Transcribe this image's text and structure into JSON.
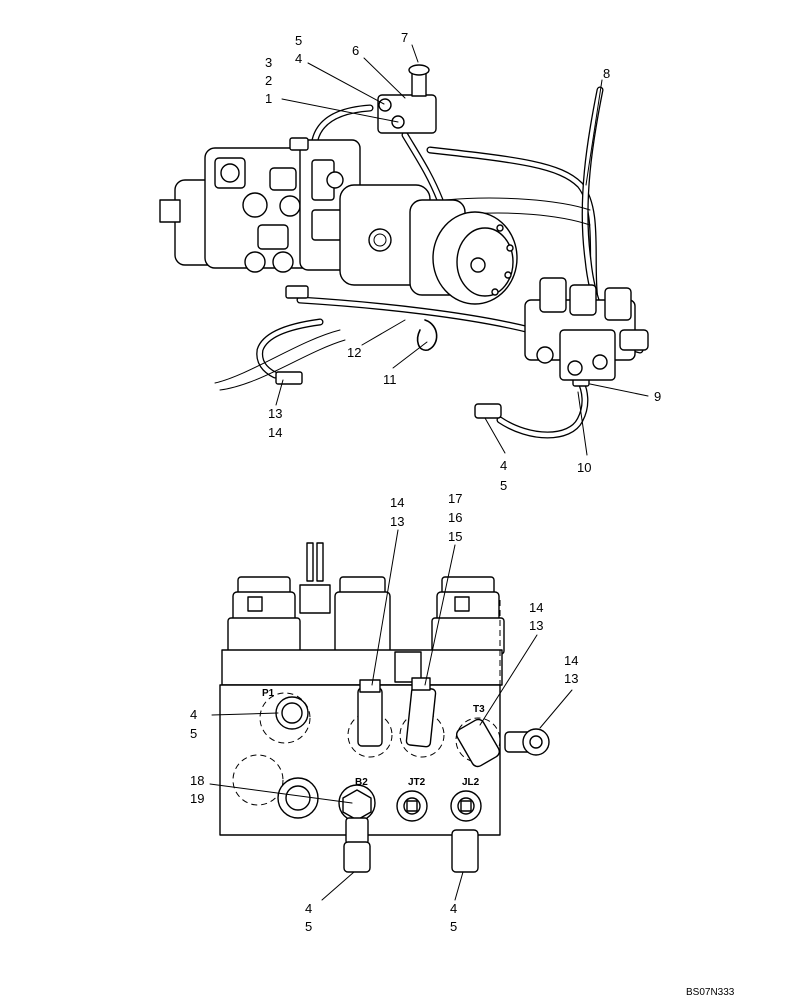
{
  "drawing_ref": "BS07N333",
  "upper_callouts": {
    "c1": "1",
    "c2": "2",
    "c3": "3",
    "c4a": "4",
    "c5a": "5",
    "c6": "6",
    "c7": "7",
    "c8": "8",
    "c9": "9",
    "c10": "10",
    "c11": "11",
    "c12": "12",
    "c13": "13",
    "c14": "14",
    "c4b": "4",
    "c5b": "5"
  },
  "lower_callouts": {
    "top14": "14",
    "top13": "13",
    "top17": "17",
    "top16": "16",
    "top15": "15",
    "t3_14": "14",
    "t3_13": "13",
    "right14": "14",
    "right13": "13",
    "p1_4": "4",
    "p1_5": "5",
    "c18": "18",
    "c19": "19",
    "b2_4": "4",
    "b2_5": "5",
    "jl2_4": "4",
    "jl2_5": "5"
  },
  "port_labels": {
    "p1": "P1",
    "t3": "T3",
    "b2": "B2",
    "jt2": "JT2",
    "jl2": "JL2"
  }
}
